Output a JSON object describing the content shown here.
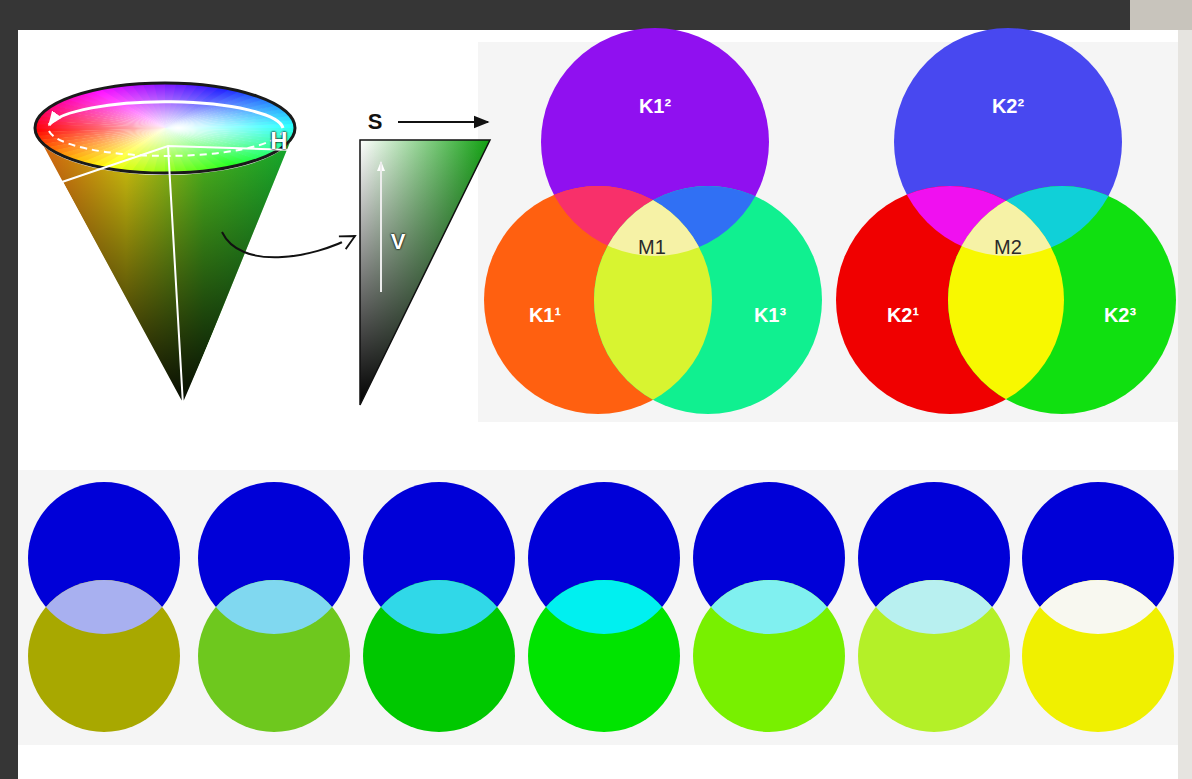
{
  "diagram": {
    "nodes": [
      {
        "text": [
          "K1²"
        ]
      },
      {
        "text": [
          "M1"
        ]
      },
      {
        "text": [
          "K1¹"
        ]
      },
      {
        "text": [
          "K1³"
        ]
      },
      {
        "text": [
          "K2²"
        ]
      },
      {
        "text": [
          "M2"
        ]
      },
      {
        "text": [
          "K2¹"
        ]
      },
      {
        "text": [
          "K2³"
        ]
      }
    ],
    "labels": [
      "H",
      "S",
      "V"
    ]
  }
}
